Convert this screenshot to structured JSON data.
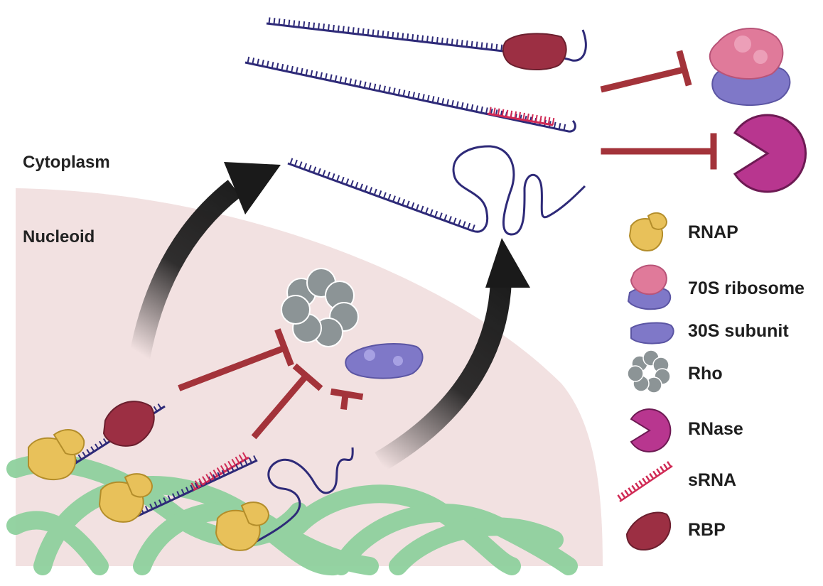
{
  "regions": {
    "cytoplasm": "Cytoplasm",
    "nucleoid": "Nucleoid"
  },
  "legend": [
    {
      "icon": "rnap-icon",
      "label": "RNAP"
    },
    {
      "icon": "ribosome-70s-icon",
      "label": "70S ribosome"
    },
    {
      "icon": "subunit-30s-icon",
      "label": "30S subunit"
    },
    {
      "icon": "rho-icon",
      "label": "Rho"
    },
    {
      "icon": "rnase-icon",
      "label": "RNase"
    },
    {
      "icon": "srna-icon",
      "label": "sRNA"
    },
    {
      "icon": "rbp-icon",
      "label": "RBP"
    }
  ],
  "colors": {
    "nucleoid_fill": "#f2e1e1",
    "dna": "#8fd19e",
    "rna_strand": "#2e2a78",
    "srna": "#d02a55",
    "rbp": "#9c2f43",
    "rnap": "#e8c15a",
    "rho": "#8c9496",
    "rnase": "#b8368f",
    "subunit_30s": "#7f78c8",
    "ribosome_50s": "#e07a9a",
    "inhibition": "#a3333a",
    "arrow": "#1a1a1a"
  }
}
